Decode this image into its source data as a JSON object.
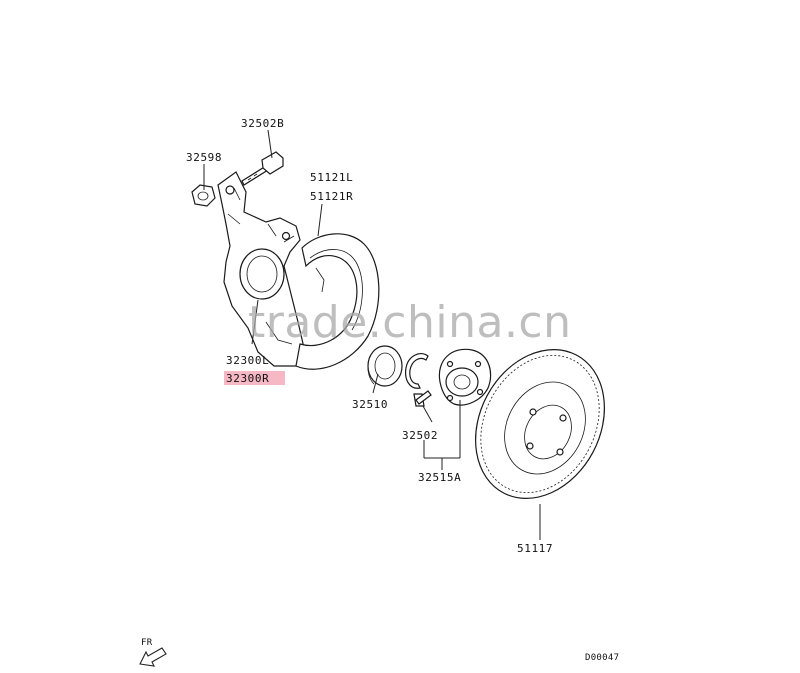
{
  "labels": {
    "p32502B": "32502B",
    "p32598": "32598",
    "p51121L": "51121L",
    "p51121R": "51121R",
    "p32300L": "32300L",
    "p32300R": "32300R",
    "p32510": "32510",
    "p32502": "32502",
    "p32515A": "32515A",
    "p51117": "51117",
    "fr": "FR",
    "diagram_code": "D00047"
  },
  "watermark": "trade.china.cn",
  "colors": {
    "highlight": "#f5b8c4",
    "line": "#222222",
    "watermark": "#a8a8a8"
  },
  "icons": {
    "front_direction": "arrow-icon"
  }
}
